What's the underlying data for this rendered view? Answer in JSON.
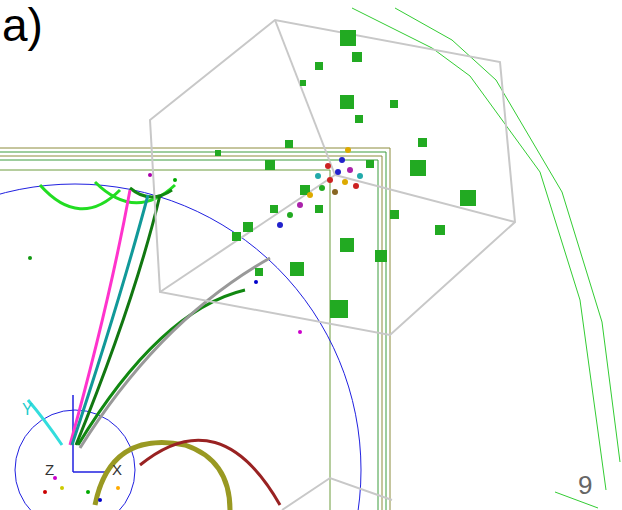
{
  "diagram": {
    "labels": [
      "a)",
      "Y",
      "Z",
      "X",
      "9"
    ]
  }
}
